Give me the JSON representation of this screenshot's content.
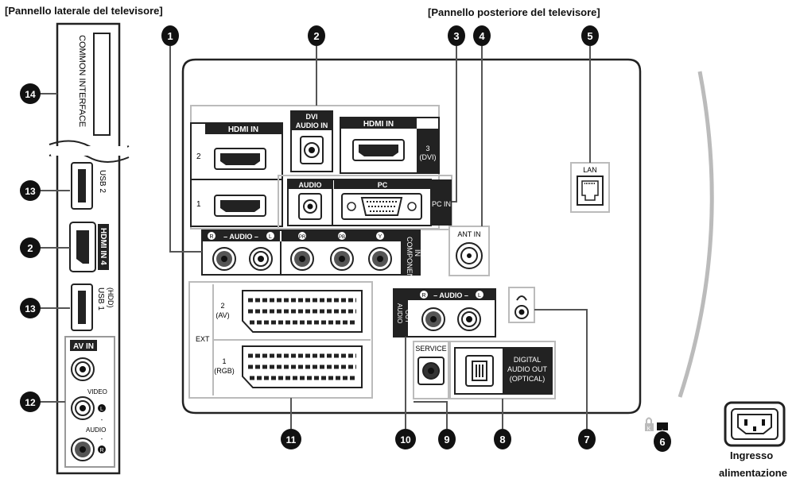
{
  "titles": {
    "side_panel": "[Pannello laterale del televisore]",
    "rear_panel": "[Pannello posteriore del televisore]"
  },
  "callouts": [
    "1",
    "2",
    "3",
    "4",
    "5",
    "6",
    "7",
    "8",
    "9",
    "10",
    "11",
    "12",
    "13",
    "14"
  ],
  "side": {
    "common_interface": "COMMON INTERFACE",
    "usb2": "USB 2",
    "hdmi4": "HDMI IN 4",
    "usb1_hdd": "(HDD)",
    "usb1": "USB 1",
    "av_in": "AV IN",
    "video": "VIDEO",
    "audio": "AUDIO",
    "l": "L",
    "r": "R",
    "dash": "-"
  },
  "rear": {
    "hdmi_in": "HDMI IN",
    "hdmi_2": "2",
    "hdmi_1": "1",
    "dvi_audio_in_1": "DVI",
    "dvi_audio_in_2": "AUDIO IN",
    "hdmi3_1": "3",
    "hdmi3_2": "(DVI)",
    "audio": "AUDIO",
    "pc": "PC",
    "pc_in": "PC IN",
    "lan": "LAN",
    "ant_in": "ANT IN",
    "comp_audio": "– AUDIO –",
    "pr": "PR",
    "pb": "PB",
    "y": "Y",
    "component_1": "COMPONENT",
    "component_2": "IN",
    "ext": "EXT",
    "ext2_1": "2",
    "ext2_2": "(AV)",
    "ext1_1": "1",
    "ext1_2": "(RGB)",
    "audio_out_1": "AUDIO",
    "audio_out_2": "OUT",
    "service": "SERVICE",
    "digital_1": "DIGITAL",
    "digital_2": "AUDIO OUT",
    "digital_3": "(OPTICAL)",
    "k": "K",
    "r": "R",
    "l": "L"
  },
  "power": {
    "label_1": "Ingresso",
    "label_2": "alimentazione"
  }
}
